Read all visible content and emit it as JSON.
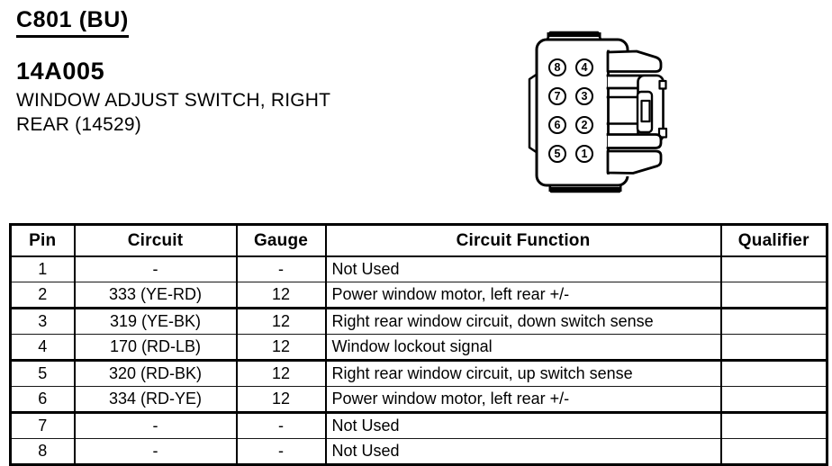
{
  "header": {
    "connector_id": "C801 (BU)",
    "part_number": "14A005",
    "component_line1": "WINDOW ADJUST SWITCH, RIGHT",
    "component_line2": "REAR (14529)"
  },
  "connector": {
    "pins": [
      "8",
      "4",
      "7",
      "3",
      "6",
      "2",
      "5",
      "1"
    ]
  },
  "table": {
    "headers": [
      "Pin",
      "Circuit",
      "Gauge",
      "Circuit Function",
      "Qualifier"
    ],
    "rows": [
      {
        "pin": "1",
        "circuit": "-",
        "gauge": "-",
        "function": "Not Used",
        "qualifier": ""
      },
      {
        "pin": "2",
        "circuit": "333 (YE-RD)",
        "gauge": "12",
        "function": "Power window motor, left rear +/-",
        "qualifier": ""
      },
      {
        "pin": "3",
        "circuit": "319 (YE-BK)",
        "gauge": "12",
        "function": "Right rear window circuit, down switch sense",
        "qualifier": ""
      },
      {
        "pin": "4",
        "circuit": "170 (RD-LB)",
        "gauge": "12",
        "function": "Window lockout signal",
        "qualifier": ""
      },
      {
        "pin": "5",
        "circuit": "320 (RD-BK)",
        "gauge": "12",
        "function": "Right rear window circuit, up switch sense",
        "qualifier": ""
      },
      {
        "pin": "6",
        "circuit": "334 (RD-YE)",
        "gauge": "12",
        "function": "Power window motor, left rear +/-",
        "qualifier": ""
      },
      {
        "pin": "7",
        "circuit": "-",
        "gauge": "-",
        "function": "Not Used",
        "qualifier": ""
      },
      {
        "pin": "8",
        "circuit": "-",
        "gauge": "-",
        "function": "Not Used",
        "qualifier": ""
      }
    ]
  },
  "colors": {
    "ink": "#000000",
    "paper": "#ffffff"
  }
}
